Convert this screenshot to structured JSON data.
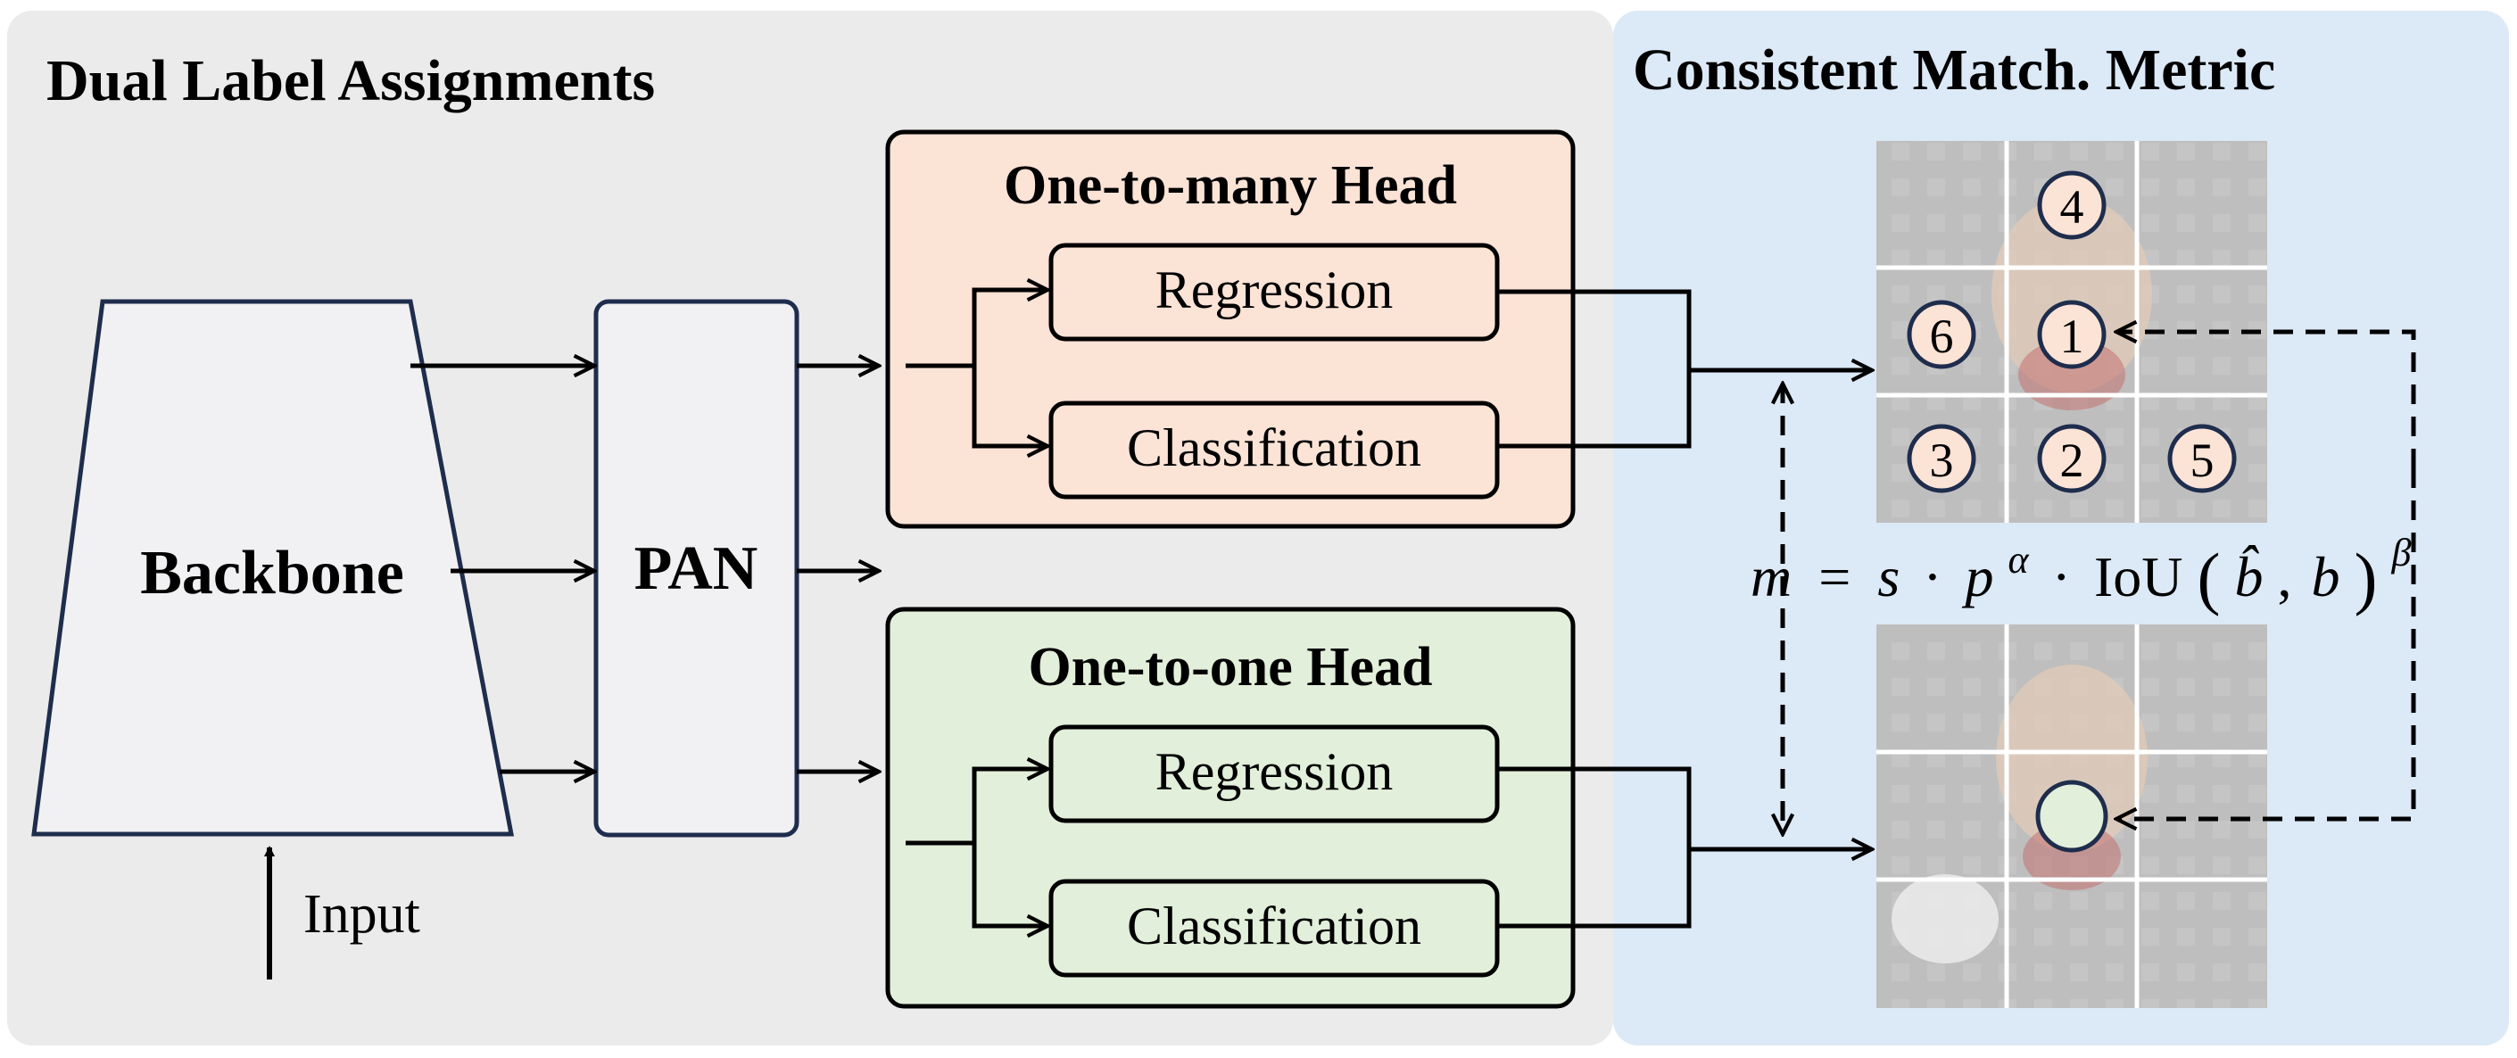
{
  "left_panel": {
    "title": "Dual Label Assignments",
    "backbone_label": "Backbone",
    "pan_label": "PAN",
    "input_label": "Input",
    "one_to_many": {
      "title": "One-to-many Head",
      "regression_label": "Regression",
      "classification_label": "Classification"
    },
    "one_to_one": {
      "title": "One-to-one Head",
      "regression_label": "Regression",
      "classification_label": "Classification"
    }
  },
  "right_panel": {
    "title": "Consistent Match. Metric",
    "formula": {
      "lhs": "m",
      "eq": "=",
      "s": "s",
      "dot": "·",
      "p": "p",
      "alpha": "α",
      "iou": "IoU",
      "bhat": "b̂",
      "comma": ",",
      "b": "b",
      "beta": "β"
    },
    "top_grid_ranks": [
      "4",
      "6",
      "1",
      "3",
      "2",
      "5"
    ],
    "bottom_grid_marker": ""
  },
  "colors": {
    "left_bg": "#ebebeb",
    "right_bg": "#dce9f6",
    "one_to_many_fill": "#fbe3d6",
    "one_to_one_fill": "#e2efda",
    "box_border_dark": "#1f2d4d",
    "rank_circle_fill": "#fbe3d6",
    "match_circle_fill": "#e2efda"
  }
}
